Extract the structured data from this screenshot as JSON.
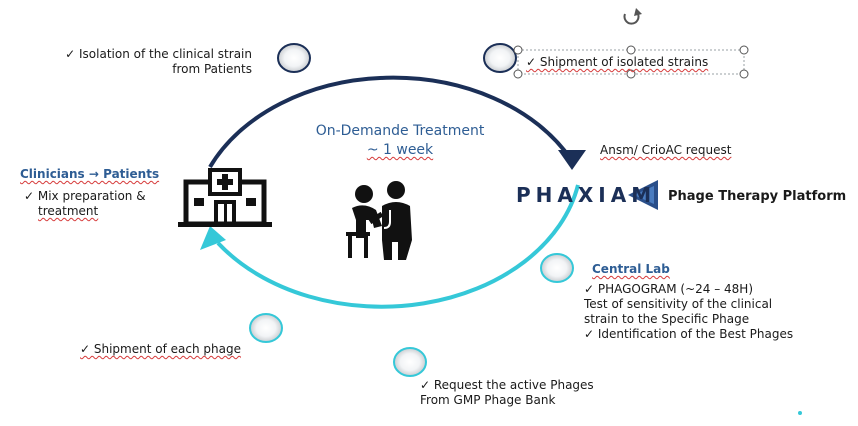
{
  "center": {
    "title_line1": "On-Demande Treatment",
    "title_line2": "~ 1 week"
  },
  "steps": {
    "isolation_line1": "✓ Isolation of the clinical strain",
    "isolation_line2": "from Patients",
    "shipment_isolated": "✓ Shipment of isolated strains",
    "ansm": "Ansm/ CrioAC request",
    "central_lab_title": "Central Lab",
    "central_lab_line1": "✓   PHAGOGRAM (~24 – 48H)",
    "central_lab_line2": "Test of sensitivity of the clinical",
    "central_lab_line3": "strain to the Specific Phage",
    "central_lab_line4": "✓   Identification of the Best Phages",
    "request_line1": "✓   Request the active Phages",
    "request_line2": "From GMP  Phage  Bank",
    "shipment_each": "✓ Shipment of each phage",
    "clinicians_title": "Clinicians  → Patients",
    "clinicians_line1": "✓ Mix preparation &",
    "clinicians_line2": "treatment"
  },
  "platform": {
    "logo_text": "PHAXIAM",
    "label": "Phage Therapy Platform"
  },
  "colors": {
    "navy": "#1b2f57",
    "cyan": "#35c8d8",
    "blue_text": "#2e5d94"
  },
  "icons": [
    "hospital-icon",
    "doctor-patient-icon",
    "rotate-handle-icon"
  ]
}
